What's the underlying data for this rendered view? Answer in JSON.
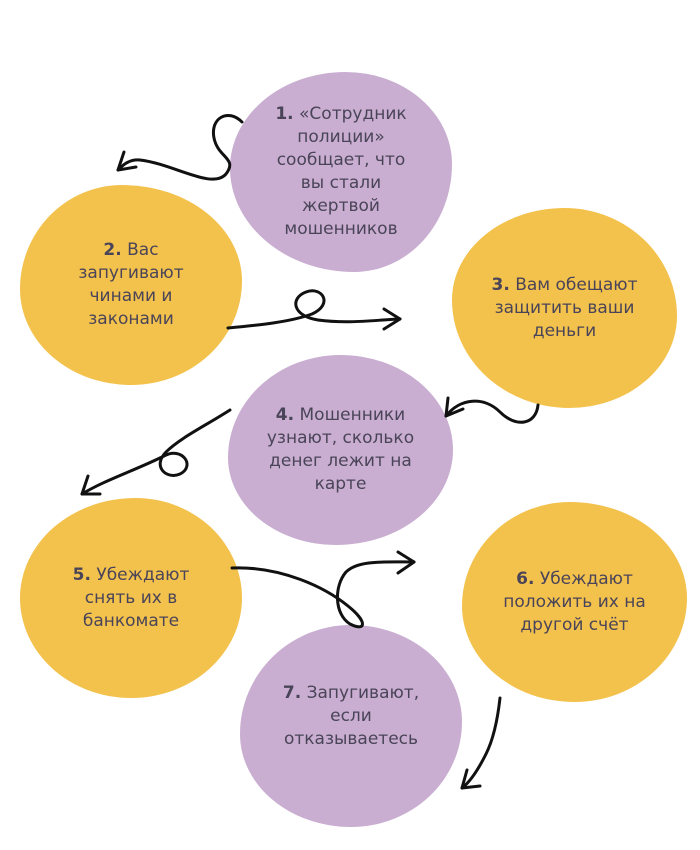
{
  "steps": [
    {
      "num": "1.",
      "text": "«Сотрудник полиции» сообщает, что вы стали жертвой мошенников",
      "color": "#c9aed1"
    },
    {
      "num": "2.",
      "text": "Вас запугивают чинами и законами",
      "color": "#f3c24d"
    },
    {
      "num": "3.",
      "text": "Вам обещают защитить ваши деньги",
      "color": "#f3c24d"
    },
    {
      "num": "4.",
      "text": "Мошенники узнают, сколько денег лежит на карте",
      "color": "#c9aed1"
    },
    {
      "num": "5.",
      "text": "Убеждают снять их в банкомате",
      "color": "#f3c24d"
    },
    {
      "num": "6.",
      "text": "Убеждают положить их на другой счёт",
      "color": "#f3c24d"
    },
    {
      "num": "7.",
      "text": "Запугивают, если отказываетесь",
      "color": "#c9aed1"
    }
  ]
}
